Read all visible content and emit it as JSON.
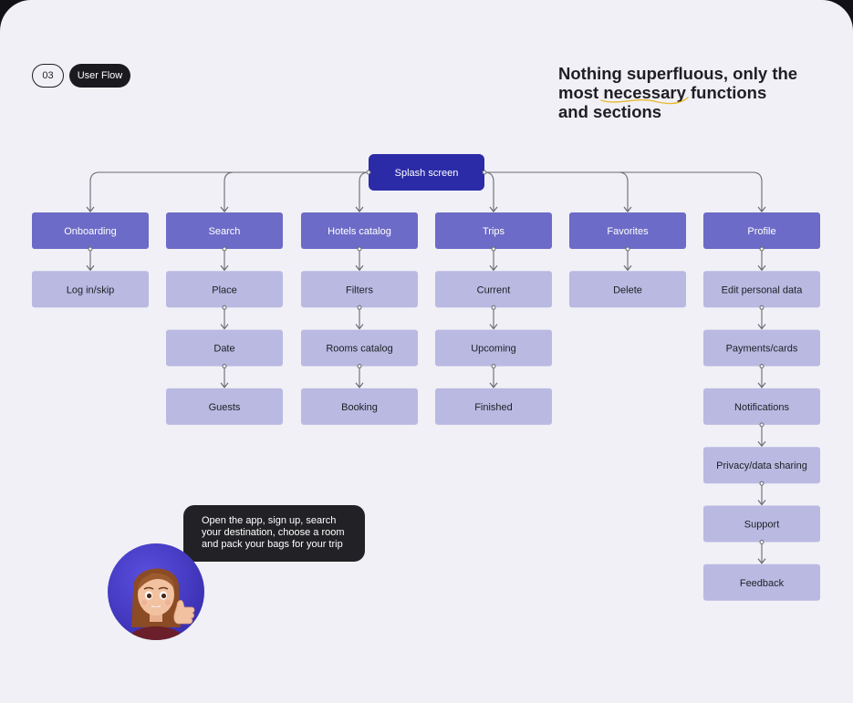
{
  "tag": {
    "number": "03",
    "label": "User Flow"
  },
  "headline": {
    "line1": "Nothing superfluous, only the",
    "line2_pre": "most ",
    "line2_highlight": "necessary",
    "line2_post": " functions",
    "line3": "and sections"
  },
  "root": {
    "label": "Splash screen"
  },
  "columns": [
    {
      "label": "Onboarding",
      "children": [
        "Log in/skip"
      ]
    },
    {
      "label": "Search",
      "children": [
        "Place",
        "Date",
        "Guests"
      ]
    },
    {
      "label": "Hotels catalog",
      "children": [
        "Filters",
        "Rooms catalog",
        "Booking"
      ]
    },
    {
      "label": "Trips",
      "children": [
        "Current",
        "Upcoming",
        "Finished"
      ]
    },
    {
      "label": "Favorites",
      "children": [
        "Delete"
      ]
    },
    {
      "label": "Profile",
      "children": [
        "Edit personal data",
        "Payments/cards",
        "Notifications",
        "Privacy/data sharing",
        "Support",
        "Feedback"
      ]
    }
  ],
  "bubble": {
    "line1": "Open the app, sign up, search",
    "line2": "your destination, choose a room",
    "line3": "and pack your bags for your trip"
  },
  "avatar": {
    "icon": "memoji-thumbs-up-icon"
  },
  "colors": {
    "background": "#f0f0f6",
    "root_fill": "#2b2ba8",
    "section_fill": "#6c6bc7",
    "item_fill": "#b9b9e2",
    "connector": "#6a6a72",
    "highlight_underline": "#e9b82c",
    "bubble_fill": "#222226",
    "avatar_bg": "#4a3fc4"
  }
}
